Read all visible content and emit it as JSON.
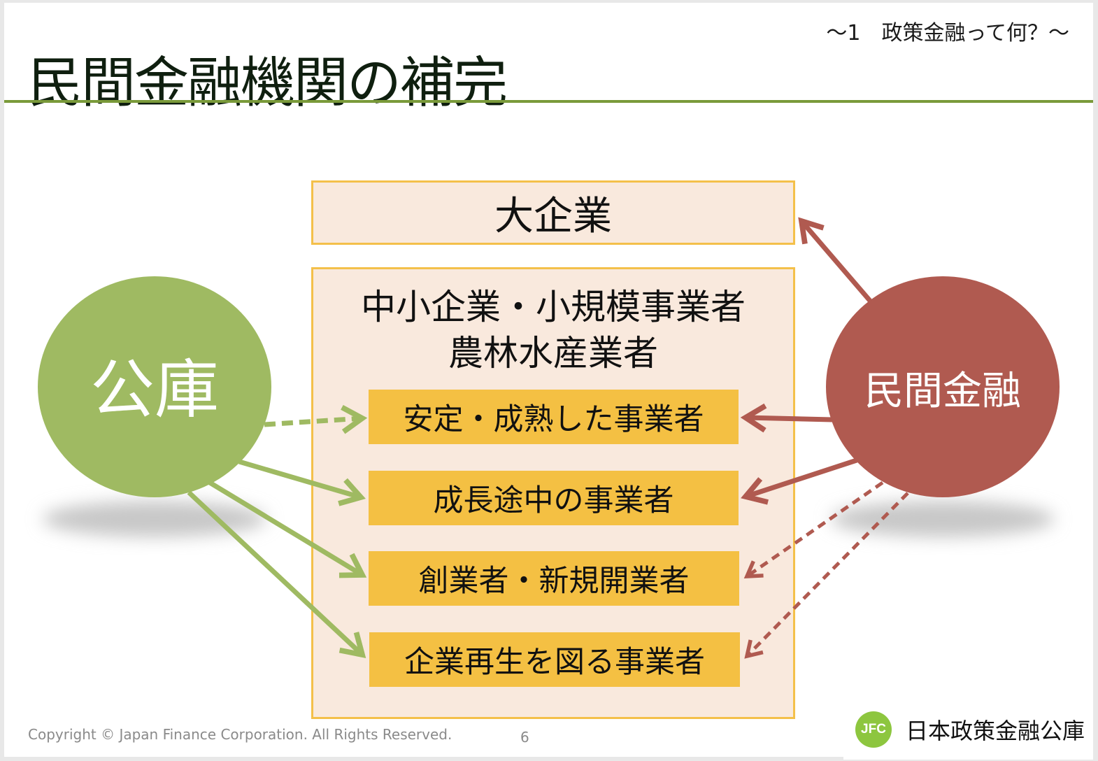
{
  "header": {
    "title": "民間金融機関の補完",
    "section": "～1　政策金融って何？～"
  },
  "diagram": {
    "left_node": "公庫",
    "right_node": "民間金融",
    "large_enterprise": "大企業",
    "sme_heading_line1": "中小企業・小規模事業者",
    "sme_heading_line2": "農林水産業者",
    "categories": [
      "安定・成熟した事業者",
      "成長途中の事業者",
      "創業者・新規開業者",
      "企業再生を図る事業者"
    ],
    "colors": {
      "public": "#9fba62",
      "private": "#b05a50",
      "box_fill": "#f9e9dd",
      "box_border": "#f4c04a",
      "category_fill": "#f4c043"
    }
  },
  "footer": {
    "copyright": "Copyright © Japan Finance Corporation. All Rights Reserved.",
    "page_number": "6",
    "logo_mark": "JFC",
    "logo_text": "日本政策金融公庫"
  }
}
